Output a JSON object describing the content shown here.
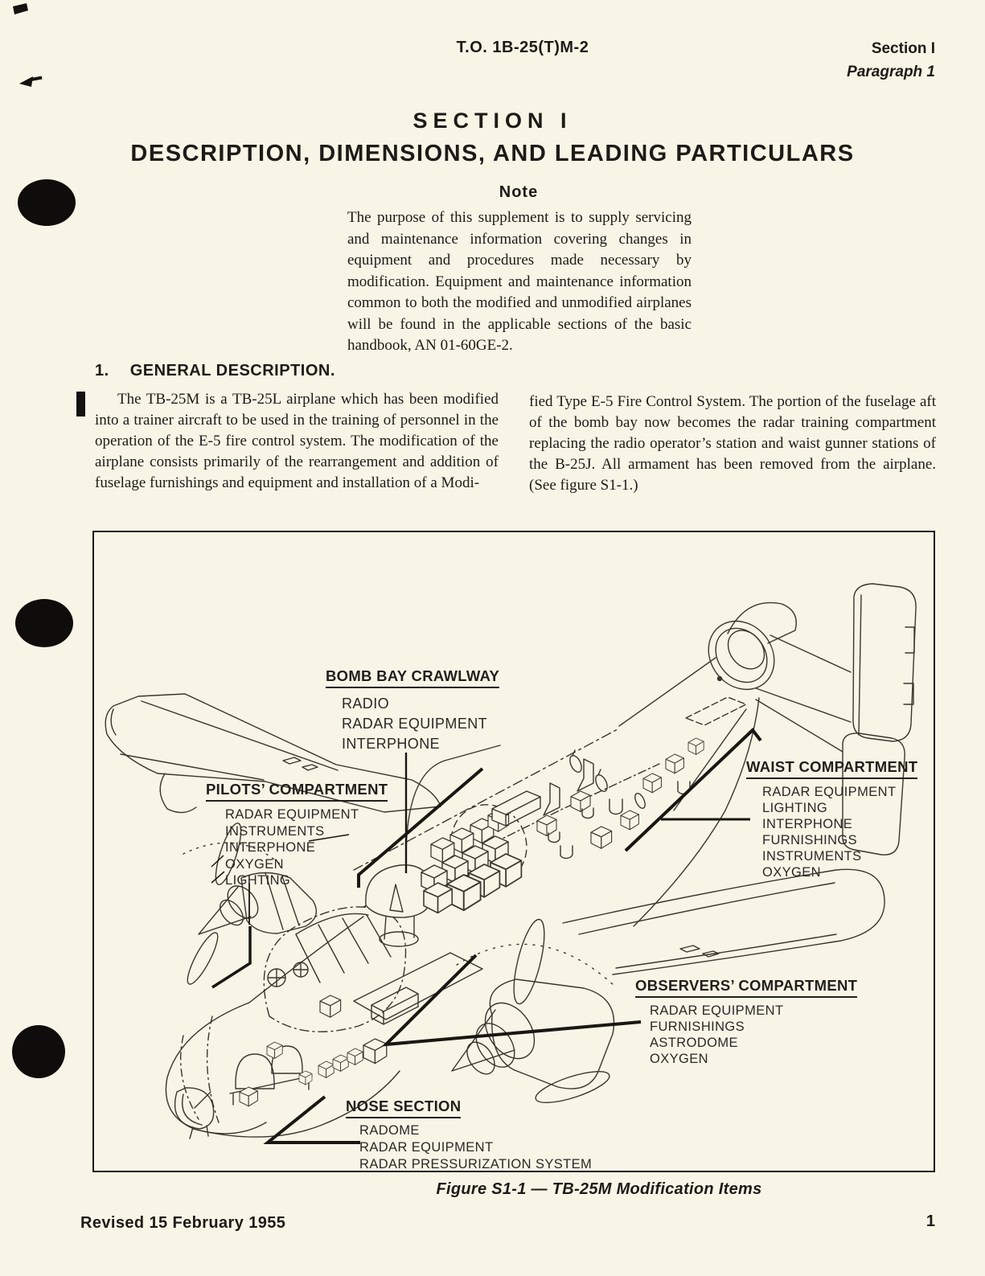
{
  "header": {
    "to_number": "T.O. 1B-25(T)M-2",
    "section_ref": "Section I",
    "paragraph_ref": "Paragraph 1"
  },
  "title": {
    "line1": "SECTION I",
    "line2": "DESCRIPTION, DIMENSIONS, AND LEADING PARTICULARS"
  },
  "note": {
    "heading": "Note",
    "body": "The purpose of this supplement is to supply servicing and maintenance information covering changes in equipment and procedures made necessary by modification. Equipment and maintenance information common to both the modified and unmodified airplanes will be found in the applicable sections of the basic handbook, AN 01-60GE-2."
  },
  "section1": {
    "number": "1.",
    "heading": "GENERAL DESCRIPTION.",
    "col_left": "The TB-25M is a TB-25L airplane which has been modified into a trainer aircraft to be used in the training of personnel in the operation of the E-5 fire control system. The modification of the airplane consists primarily of the rearrangement and addition of fuselage furnishings and equipment and installation of a Modi-",
    "col_right": "fied Type E-5 Fire Control System. The portion of the fuselage aft of the bomb bay now becomes the radar training compartment replacing the radio operator’s station and waist gunner stations of the B-25J. All armament has been removed from the airplane. (See figure S1-1.)"
  },
  "figure": {
    "caption": "Figure S1-1 — TB-25M Modification Items",
    "callouts": [
      {
        "title": "BOMB BAY CRAWLWAY",
        "items": [
          "RADIO",
          "RADAR EQUIPMENT",
          "INTERPHONE"
        ]
      },
      {
        "title": "PILOTS’ COMPARTMENT",
        "items": [
          "RADAR EQUIPMENT",
          "INSTRUMENTS",
          "INTERPHONE",
          "OXYGEN",
          "LIGHTING"
        ]
      },
      {
        "title": "WAIST COMPARTMENT",
        "items": [
          "RADAR EQUIPMENT",
          "LIGHTING",
          "INTERPHONE",
          "FURNISHINGS",
          "INSTRUMENTS",
          "OXYGEN"
        ]
      },
      {
        "title": "OBSERVERS’ COMPARTMENT",
        "items": [
          "RADAR EQUIPMENT",
          "FURNISHINGS",
          "ASTRODOME",
          "OXYGEN"
        ]
      },
      {
        "title": "NOSE SECTION",
        "items": [
          "RADOME",
          "RADAR EQUIPMENT",
          "RADAR PRESSURIZATION SYSTEM"
        ]
      }
    ]
  },
  "footer": {
    "revision": "Revised 15 February 1955",
    "page_number": "1"
  }
}
